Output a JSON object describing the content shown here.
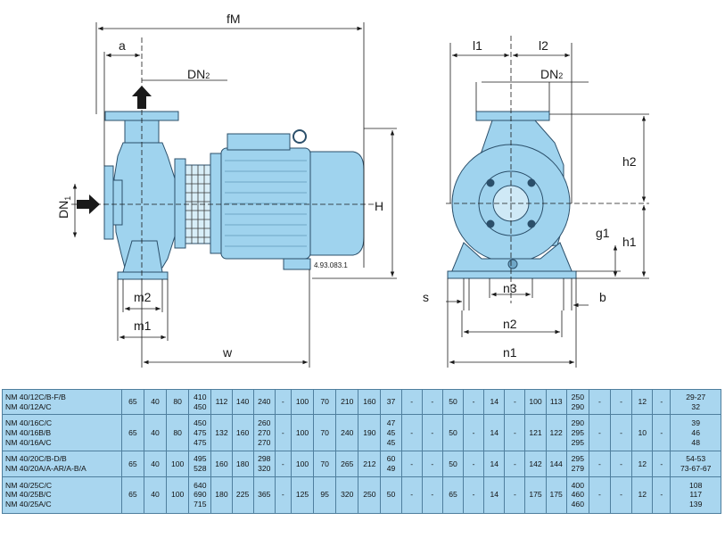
{
  "drawing": {
    "labels": {
      "fM": "fM",
      "a": "a",
      "dn2_left": "DN",
      "dn2_left_sub": "2",
      "dn1": "DN",
      "dn1_sub": "1",
      "m2": "m2",
      "m1": "m1",
      "w": "w",
      "H": "H",
      "l1": "l1",
      "l2": "l2",
      "dn2_right": "DN",
      "dn2_right_sub": "2",
      "h2": "h2",
      "g1": "g1",
      "h1": "h1",
      "s": "s",
      "n3": "n3",
      "b": "b",
      "n2": "n2",
      "n1": "n1"
    },
    "reference_code": "4.93.083.1",
    "colors": {
      "pump_fill": "#9fd3ee",
      "pump_dark": "#6fa7c7",
      "outline": "#2b4f6a",
      "arrow": "#1a1a1a"
    }
  },
  "table": {
    "rows": [
      {
        "models": [
          "NM   40/12C/B-F/B",
          "NM   40/12A/C"
        ],
        "cells": [
          [
            "65"
          ],
          [
            "40"
          ],
          [
            "80"
          ],
          [
            "410",
            "450"
          ],
          [
            "112"
          ],
          [
            "140"
          ],
          [
            "240"
          ],
          [
            "-"
          ],
          [
            "100"
          ],
          [
            "70"
          ],
          [
            "210"
          ],
          [
            "160"
          ],
          [
            "37"
          ],
          [
            "-"
          ],
          [
            "-"
          ],
          [
            "50"
          ],
          [
            "-"
          ],
          [
            "14"
          ],
          [
            "-"
          ],
          [
            "100"
          ],
          [
            "113"
          ],
          [
            "250",
            "290"
          ],
          [
            "-"
          ],
          [
            "-"
          ],
          [
            "12"
          ],
          [
            "-"
          ],
          [
            "29-27",
            "32"
          ]
        ]
      },
      {
        "models": [
          "NM   40/16C/C",
          "NM   40/16B/B",
          "NM   40/16A/C"
        ],
        "cells": [
          [
            "65"
          ],
          [
            "40"
          ],
          [
            "80"
          ],
          [
            "450",
            "475",
            "475"
          ],
          [
            "132"
          ],
          [
            "160"
          ],
          [
            "260",
            "270",
            "270"
          ],
          [
            "-"
          ],
          [
            "100"
          ],
          [
            "70"
          ],
          [
            "240"
          ],
          [
            "190"
          ],
          [
            "47",
            "45",
            "45"
          ],
          [
            "-"
          ],
          [
            "-"
          ],
          [
            "50"
          ],
          [
            "-"
          ],
          [
            "14"
          ],
          [
            "-"
          ],
          [
            "121"
          ],
          [
            "122"
          ],
          [
            "290",
            "295",
            "295"
          ],
          [
            "-"
          ],
          [
            "-"
          ],
          [
            "10"
          ],
          [
            "-"
          ],
          [
            "39",
            "46",
            "48"
          ]
        ]
      },
      {
        "models": [
          "NM   40/20C/B-D/B",
          "NM   40/20A/A-AR/A-B/A"
        ],
        "cells": [
          [
            "65"
          ],
          [
            "40"
          ],
          [
            "100"
          ],
          [
            "495",
            "528"
          ],
          [
            "160"
          ],
          [
            "180"
          ],
          [
            "298",
            "320"
          ],
          [
            "-"
          ],
          [
            "100"
          ],
          [
            "70"
          ],
          [
            "265"
          ],
          [
            "212"
          ],
          [
            "60",
            "49"
          ],
          [
            "-"
          ],
          [
            "-"
          ],
          [
            "50"
          ],
          [
            "-"
          ],
          [
            "14"
          ],
          [
            "-"
          ],
          [
            "142"
          ],
          [
            "144"
          ],
          [
            "295",
            "279"
          ],
          [
            "-"
          ],
          [
            "-"
          ],
          [
            "12"
          ],
          [
            "-"
          ],
          [
            "54-53",
            "73-67-67"
          ]
        ]
      },
      {
        "models": [
          "NM   40/25C/C",
          "NM   40/25B/C",
          "NM   40/25A/C"
        ],
        "cells": [
          [
            "65"
          ],
          [
            "40"
          ],
          [
            "100"
          ],
          [
            "640",
            "690",
            "715"
          ],
          [
            "180"
          ],
          [
            "225"
          ],
          [
            "365"
          ],
          [
            "-"
          ],
          [
            "125"
          ],
          [
            "95"
          ],
          [
            "320"
          ],
          [
            "250"
          ],
          [
            "50"
          ],
          [
            "-"
          ],
          [
            "-"
          ],
          [
            "65"
          ],
          [
            "-"
          ],
          [
            "14"
          ],
          [
            "-"
          ],
          [
            "175"
          ],
          [
            "175"
          ],
          [
            "400",
            "460",
            "460"
          ],
          [
            "-"
          ],
          [
            "-"
          ],
          [
            "12"
          ],
          [
            "-"
          ],
          [
            "108",
            "117",
            "139"
          ]
        ]
      }
    ]
  }
}
